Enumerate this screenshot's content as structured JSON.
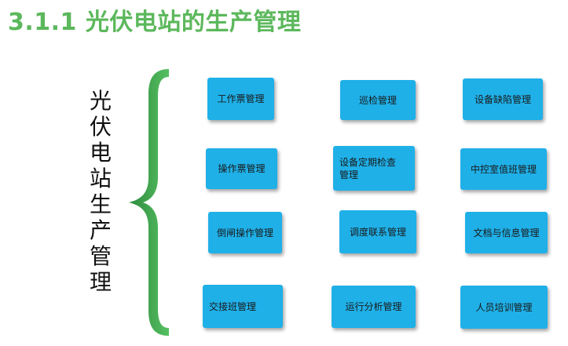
{
  "title": "3.1.1  光伏电站的生产管理",
  "vertical_label": [
    "光",
    "伏",
    "电",
    "站",
    "生",
    "产",
    "管",
    "理"
  ],
  "boxes": [
    "工作票管理",
    "巡检管理",
    "设备缺陷管理",
    "操作票管理",
    "设备定期检查管理",
    "中控室值班管理",
    "倒闸操作管理",
    "调度联系管理",
    "文档与信息管理",
    "交接班管理",
    "运行分析管理",
    "人员培训管理"
  ],
  "colors": {
    "title": "#5cb85c",
    "brace": "#3c9e4a",
    "box": "#1fb0e8"
  }
}
